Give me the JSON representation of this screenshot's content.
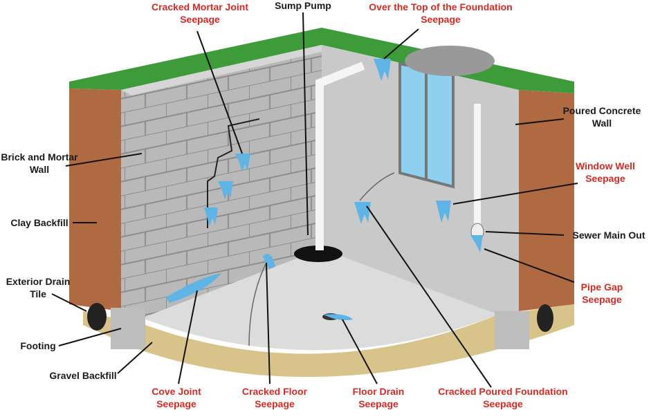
{
  "title": "Basement Water Seepage Diagram",
  "colors": {
    "seepage_label": "#d42a26",
    "component_label": "#1a1a1a",
    "grass": "#3d9b3a",
    "clay": "#b06a42",
    "gravel": "#d8c48a",
    "water": "#5fb4e6"
  },
  "labels": {
    "cracked_mortar": [
      "Cracked Mortar Joint",
      "Seepage"
    ],
    "sump_pump": [
      "Sump Pump"
    ],
    "over_top": [
      "Over the Top of the Foundation",
      "Seepage"
    ],
    "poured_wall": [
      "Poured Concrete",
      "Wall"
    ],
    "window_well": [
      "Window Well",
      "Seepage"
    ],
    "brick_wall": [
      "Brick and Mortar",
      "Wall"
    ],
    "clay_backfill": [
      "Clay Backfill"
    ],
    "sewer_main": [
      "Sewer Main Out"
    ],
    "drain_tile": [
      "Exterior Drain",
      "Tile"
    ],
    "pipe_gap": [
      "Pipe Gap",
      "Seepage"
    ],
    "footing": [
      "Footing"
    ],
    "gravel_backfill": [
      "Gravel Backfill"
    ],
    "cove_joint": [
      "Cove Joint",
      "Seepage"
    ],
    "cracked_floor": [
      "Cracked Floor",
      "Seepage"
    ],
    "floor_drain": [
      "Floor Drain",
      "Seepage"
    ],
    "cracked_poured": [
      "Cracked Poured Foundation",
      "Seepage"
    ]
  }
}
